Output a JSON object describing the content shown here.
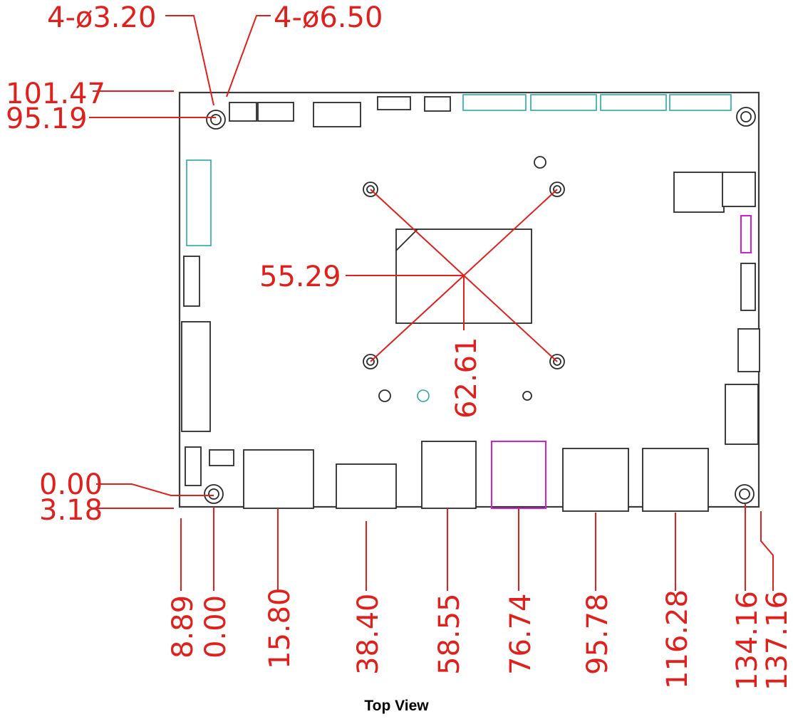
{
  "caption": "Top View",
  "callouts": {
    "small_holes": "4-ø3.20",
    "large_holes": "4-ø6.50"
  },
  "vertical_dims": [
    "101.47",
    "95.19",
    "0.00",
    "3.18"
  ],
  "center_dims": {
    "y": "55.29",
    "x": "62.61"
  },
  "horizontal_dims": [
    "8.89",
    "0.00",
    "15.80",
    "38.40",
    "58.55",
    "76.74",
    "95.78",
    "116.28",
    "134.16",
    "137.16"
  ],
  "colors": {
    "dimension": "#e0201c",
    "board": "#3a3a3a",
    "connector": "#2aa8a0",
    "highlight": "#d21fd2"
  }
}
